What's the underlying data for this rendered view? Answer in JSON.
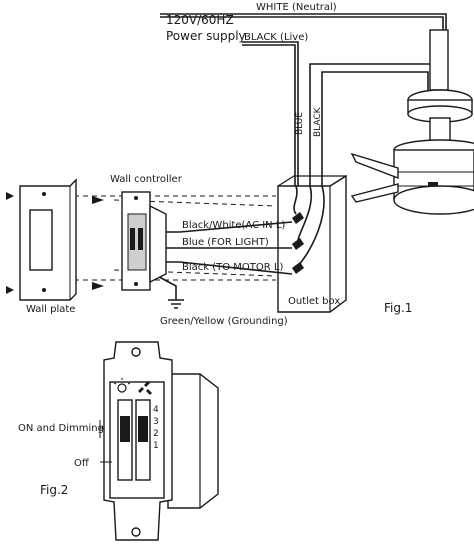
{
  "fig1": {
    "supply_line1": "120V/60HZ",
    "supply_line2": "Power supply",
    "white_wire_label": "WHITE (Neutral)",
    "black_wire_label": "BLACK (Live)",
    "blue_vertical_label": "BLUE",
    "black_vertical_label": "BLACK",
    "wall_controller_label": "Wall controller",
    "wall_plate_label": "Wall plate",
    "outlet_box_label": "Outlet box",
    "wire_ac_in_label": "Black/White(AC IN L)",
    "wire_light_label": "Blue (FOR LIGHT)",
    "wire_motor_label": "Black (TO MOTOR L)",
    "ground_label": "Green/Yellow (Grounding)",
    "caption": "Fig.1"
  },
  "fig2": {
    "on_dimming_label": "ON and Dimming",
    "off_label": "Off",
    "caption": "Fig.2"
  }
}
